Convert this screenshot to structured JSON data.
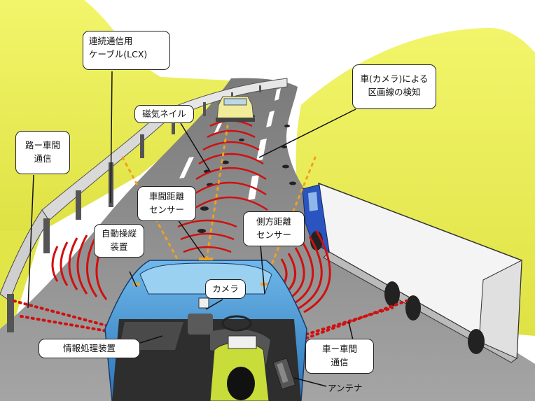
{
  "labels": {
    "lcx_line1": "連続通信用",
    "lcx_line2": "ケーブル(LCX)",
    "lane_line1": "車(カメラ)による",
    "lane_line2": "区画線の検知",
    "magnetic_nail": "磁気ネイル",
    "road_vehicle_line1": "路ー車間",
    "road_vehicle_line2": "通信",
    "headway_line1": "車間距離",
    "headway_line2": "センサー",
    "autodrive_line1": "自動操縦",
    "autodrive_line2": "装置",
    "side_line1": "側方距離",
    "side_line2": "センサー",
    "camera": "カメラ",
    "info_processing": "情報処理装置",
    "v2v_line1": "車ー車間",
    "v2v_line2": "通信",
    "antenna": "アンテナ"
  },
  "colors": {
    "sky": "#ffffff",
    "hill": "#e9ec4c",
    "road": "#8f8f8f",
    "own_car": "#3a86c8",
    "truck_cab": "#2a55c0",
    "sensor_waves": "#d01010",
    "sensor_rays": "#f0a020",
    "guardrail": "#d8d8d8",
    "driver_shirt": "#c8dc3a"
  },
  "icons": [
    "guardrail",
    "magnetic-nail",
    "lead-car",
    "own-car",
    "truck",
    "antenna",
    "driver"
  ]
}
